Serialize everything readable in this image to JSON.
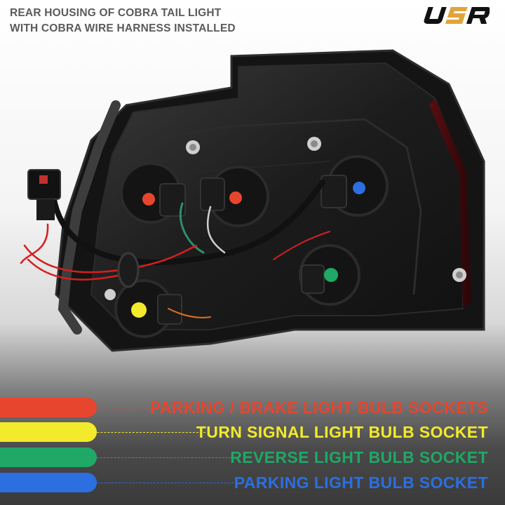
{
  "caption": {
    "line1": "REAR HOUSING OF COBRA TAIL LIGHT",
    "line2": "WITH COBRA WIRE HARNESS INSTALLED"
  },
  "logo": {
    "text": "USR"
  },
  "legend": [
    {
      "label": "PARKING / BRAKE LIGHT BULB SOCKETS",
      "color": "#e8452e"
    },
    {
      "label": "TURN SIGNAL LIGHT BULB SOCKET",
      "color": "#f2ea2a"
    },
    {
      "label": "REVERSE LIGHT BULB SOCKET",
      "color": "#1fa866"
    },
    {
      "label": "PARKING LIGHT BULB SOCKET",
      "color": "#2b6fe0"
    }
  ],
  "socket_markers": [
    {
      "name": "red-dot-left",
      "color": "#e8452e"
    },
    {
      "name": "red-dot-right",
      "color": "#e8452e"
    },
    {
      "name": "blue-dot",
      "color": "#2b6fe0"
    },
    {
      "name": "green-dot",
      "color": "#1fa866"
    },
    {
      "name": "yellow-dot",
      "color": "#f2ea2a"
    }
  ]
}
